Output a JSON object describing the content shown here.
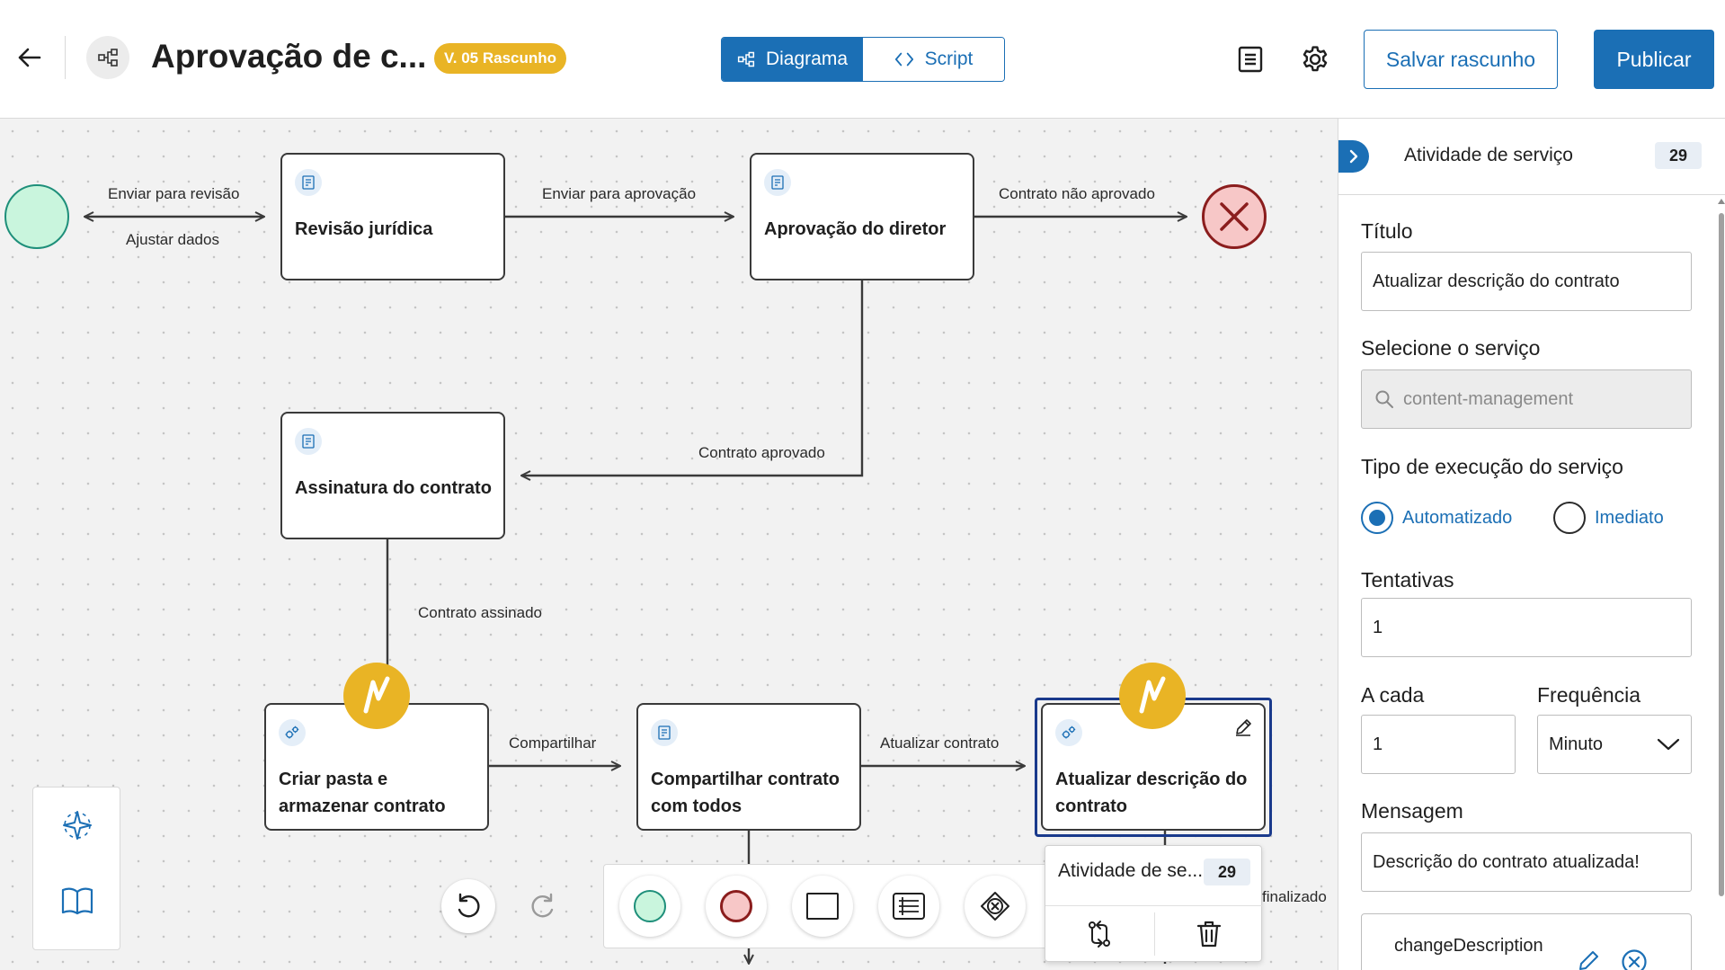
{
  "header": {
    "title": "Aprovação de c...",
    "version_badge": "V. 05 Rascunho",
    "tabs": [
      {
        "label": "Diagrama",
        "active": true
      },
      {
        "label": "Script",
        "active": false
      }
    ],
    "save_label": "Salvar rascunho",
    "publish_label": "Publicar",
    "accent_color": "#1b6fb5",
    "badge_color": "#e9b425"
  },
  "diagram": {
    "nodes": [
      {
        "label": "Revisão jurídica",
        "icon": "form-icon"
      },
      {
        "label": "Aprovação do diretor",
        "icon": "form-icon"
      },
      {
        "label": "Assinatura do contrato",
        "icon": "form-icon"
      },
      {
        "label": "Criar pasta e armazenar contrato",
        "icon": "gears-icon"
      },
      {
        "label": "Compartilhar contrato com todos",
        "icon": "form-icon"
      },
      {
        "label": "Atualizar descrição do contrato",
        "icon": "gears-icon"
      }
    ],
    "edges": [
      {
        "label": "Enviar para revisão"
      },
      {
        "label": "Ajustar dados"
      },
      {
        "label": "Enviar para aprovação"
      },
      {
        "label": "Contrato não aprovado"
      },
      {
        "label": "Contrato aprovado"
      },
      {
        "label": "Contrato assinado"
      },
      {
        "label": "Compartilhar"
      },
      {
        "label": "Atualizar contrato"
      },
      {
        "label": "finalizado"
      }
    ],
    "start_color": "#c9f5dd",
    "end_color": "#f7c7c7"
  },
  "context_menu": {
    "title": "Atividade de se...",
    "count": "29"
  },
  "toolbar": {
    "palette_items": [
      "start-event-icon",
      "end-event-icon",
      "task-icon",
      "subprocess-icon",
      "gateway-icon"
    ]
  },
  "panel": {
    "title": "Atividade de serviço",
    "count": "29",
    "fields": {
      "titulo_label": "Título",
      "titulo_value": "Atualizar descrição do contrato",
      "servico_label": "Selecione o serviço",
      "servico_placeholder": "content-management",
      "tipo_label": "Tipo de execução do serviço",
      "tipo_options": [
        {
          "label": "Automatizado",
          "selected": true
        },
        {
          "label": "Imediato",
          "selected": false
        }
      ],
      "tentativas_label": "Tentativas",
      "tentativas_value": "1",
      "acada_label": "A cada",
      "acada_value": "1",
      "frequencia_label": "Frequência",
      "frequencia_value": "Minuto",
      "mensagem_label": "Mensagem",
      "mensagem_value": "Descrição do contrato atualizada!",
      "function_name": "changeDescription"
    }
  }
}
